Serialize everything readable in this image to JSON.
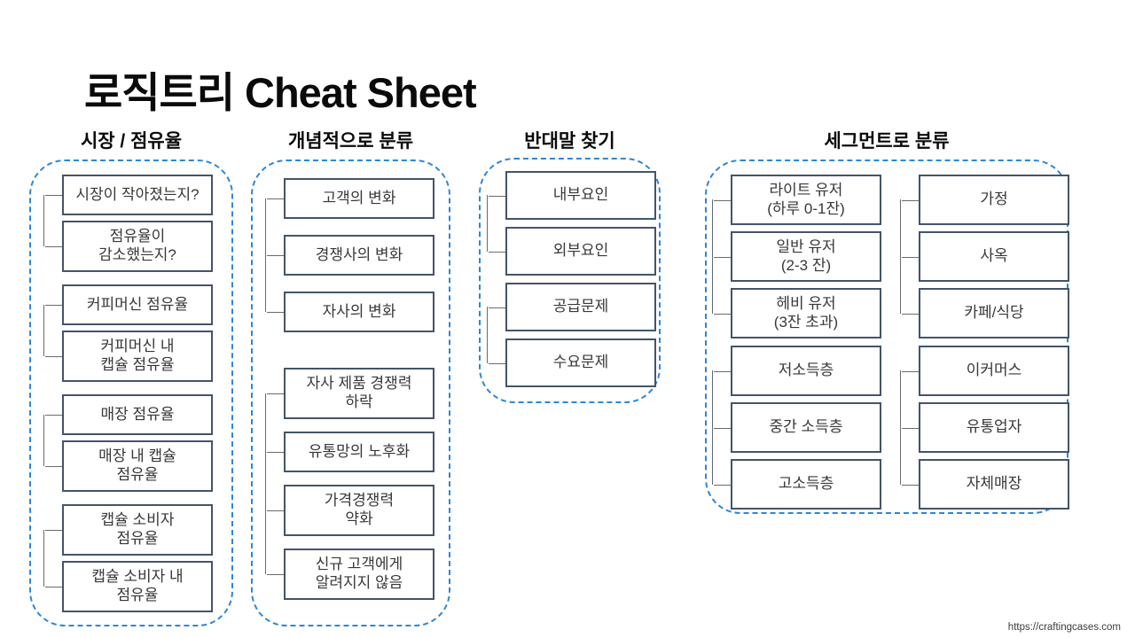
{
  "title": "로직트리 Cheat Sheet",
  "footer": {
    "url_text": "https://craftingcases.com"
  },
  "colors": {
    "container_dash": "#2E86D5",
    "node_border": "#44546A",
    "connector": "#6A6A6A",
    "text": "#383838"
  },
  "groups": [
    {
      "header": "시장 / 점유율",
      "clusters": [
        {
          "items": [
            "시장이 작아졌는지?",
            "점유율이\n감소했는지?"
          ]
        },
        {
          "items": [
            "커피머신 점유율",
            "커피머신 내\n캡슐 점유율"
          ]
        },
        {
          "items": [
            "매장 점유율",
            "매장 내 캡슐\n점유율"
          ]
        },
        {
          "items": [
            "캡슐 소비자\n점유율",
            "캡슐 소비자 내\n점유율"
          ]
        }
      ]
    },
    {
      "header": "개념적으로 분류",
      "clusters": [
        {
          "items": [
            "고객의 변화",
            "경쟁사의 변화",
            "자사의 변화"
          ]
        },
        {
          "items": [
            "자사 제품 경쟁력\n하락",
            "유통망의 노후화",
            "가격경쟁력\n약화",
            "신규 고객에게\n알려지지 않음"
          ]
        }
      ]
    },
    {
      "header": "반대말 찾기",
      "clusters": [
        {
          "items": [
            "내부요인",
            "외부요인"
          ]
        },
        {
          "items": [
            "공급문제",
            "수요문제"
          ]
        }
      ]
    },
    {
      "header": "세그먼트로 분류",
      "columns": [
        {
          "clusters": [
            {
              "items": [
                "라이트 유저\n(하루 0-1잔)",
                "일반 유저\n(2-3 잔)",
                "헤비 유저\n(3잔 초과)"
              ]
            },
            {
              "items": [
                "저소득층",
                "중간 소득층",
                "고소득층"
              ]
            }
          ]
        },
        {
          "clusters": [
            {
              "items": [
                "가정",
                "사옥",
                "카페/식당"
              ]
            },
            {
              "items": [
                "이커머스",
                "유통업자",
                "자체매장"
              ]
            }
          ]
        }
      ]
    }
  ]
}
